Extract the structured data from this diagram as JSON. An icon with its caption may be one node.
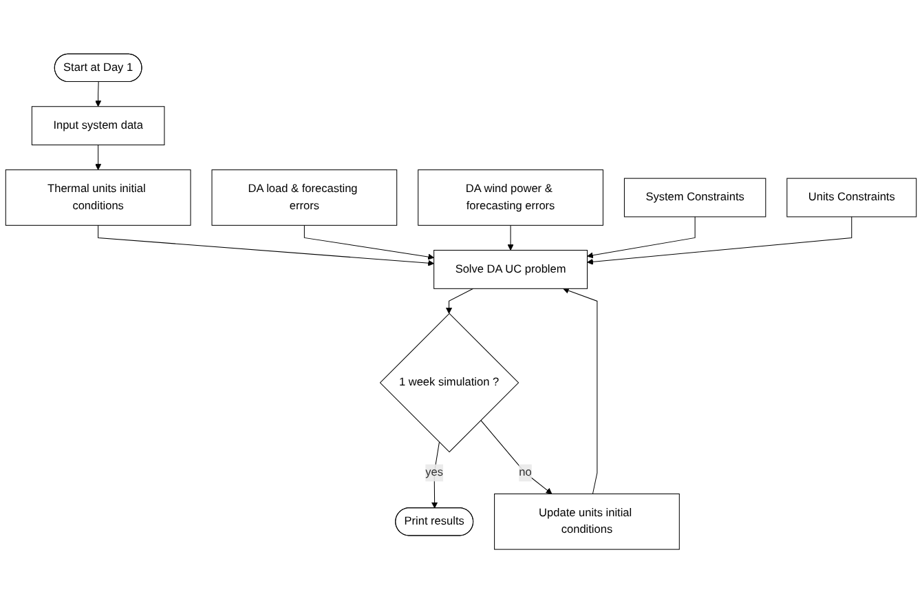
{
  "diagram": {
    "nodes": [
      {
        "text": [
          "Start at Day 1"
        ]
      },
      {
        "text": [
          "Input system data"
        ]
      },
      {
        "text": [
          "Thermal units initial conditions"
        ]
      },
      {
        "text": [
          "DA load & forecasting errors"
        ]
      },
      {
        "text": [
          "DA wind power & forecasting errors"
        ]
      },
      {
        "text": [
          "System Constraints"
        ]
      },
      {
        "text": [
          "Units Constraints"
        ]
      },
      {
        "text": [
          "Solve DA UC problem"
        ]
      },
      {
        "text": [
          "1 week simulation ?"
        ]
      },
      {
        "text": [
          "Print results"
        ]
      },
      {
        "text": [
          "Update units initial conditions"
        ]
      }
    ],
    "edges": [
      {
        "from": 0,
        "to": 1,
        "arrow": "to"
      },
      {
        "from": 1,
        "to": 2,
        "arrow": "to"
      },
      {
        "from": 2,
        "to": 7,
        "arrow": "to"
      },
      {
        "from": 3,
        "to": 7,
        "arrow": "to"
      },
      {
        "from": 4,
        "to": 7,
        "arrow": "to"
      },
      {
        "from": 5,
        "to": 7,
        "arrow": "to"
      },
      {
        "from": 6,
        "to": 7,
        "arrow": "to"
      },
      {
        "from": 7,
        "to": 8,
        "arrow": "to"
      },
      {
        "from": 8,
        "to": 9,
        "label": "yes",
        "arrow": "to"
      },
      {
        "from": 8,
        "to": 10,
        "label": "no",
        "arrow": "to"
      },
      {
        "from": 10,
        "to": 7,
        "arrow": "to"
      }
    ]
  }
}
